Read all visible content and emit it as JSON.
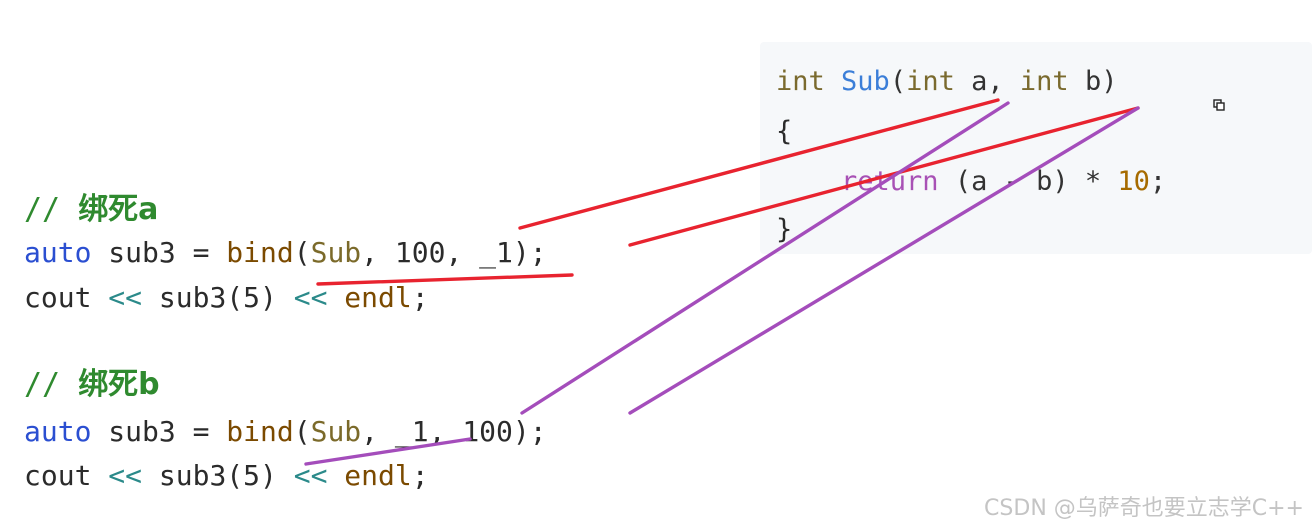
{
  "function_panel": {
    "line1": {
      "kw1": "int",
      "name": "Sub",
      "open": "(",
      "kw2": "int",
      "p1": " a, ",
      "kw3": "int",
      "p2": " b)"
    },
    "line2": "{",
    "line3": {
      "indent": "    ",
      "ret": "return",
      "rest": " (a - b) * ",
      "num": "10",
      "end": ";"
    },
    "line4": "}",
    "copy_icon": "copy-icon"
  },
  "snippet_a": {
    "comment": "// ",
    "comment_cjk": "绑死a",
    "line1": {
      "auto": "auto",
      "rest1": " sub3 = ",
      "bind": "bind",
      "open": "(",
      "sub": "Sub",
      "args": ", 100, _1);"
    },
    "line2": {
      "cout": "cout ",
      "shl1": "<<",
      "call": " sub3(5) ",
      "shl2": "<<",
      "endl": " endl",
      "end": ";"
    }
  },
  "snippet_b": {
    "comment": "// ",
    "comment_cjk": "绑死b",
    "line1": {
      "auto": "auto",
      "rest1": " sub3 = ",
      "bind": "bind",
      "open": "(",
      "sub": "Sub",
      "args": ", _1, 100);"
    },
    "line2": {
      "cout": "cout ",
      "shl1": "<<",
      "call": " sub3(5) ",
      "shl2": "<<",
      "endl": " endl",
      "end": ";"
    }
  },
  "annotation_colors": {
    "red": "#e8232f",
    "purple": "#a44dbb"
  },
  "watermark": "CSDN @乌萨奇也要立志学C++"
}
